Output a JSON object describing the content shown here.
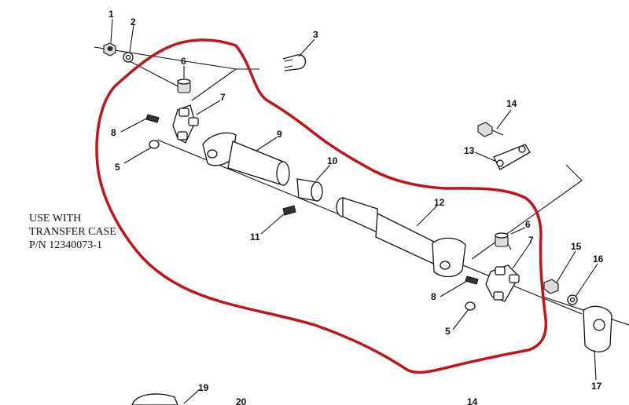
{
  "note": {
    "lines": [
      "USE WITH",
      "TRANSFER CASE",
      "P/N 12340073-1"
    ]
  },
  "callouts": [
    "1",
    "2",
    "3",
    "6",
    "7",
    "8",
    "5",
    "9",
    "10",
    "11",
    "12",
    "14",
    "13",
    "6",
    "7",
    "15",
    "16",
    "8",
    "5",
    "17",
    "19",
    "20",
    "14"
  ],
  "colors": {
    "highlight": "#c0161b",
    "ink": "#111111"
  }
}
